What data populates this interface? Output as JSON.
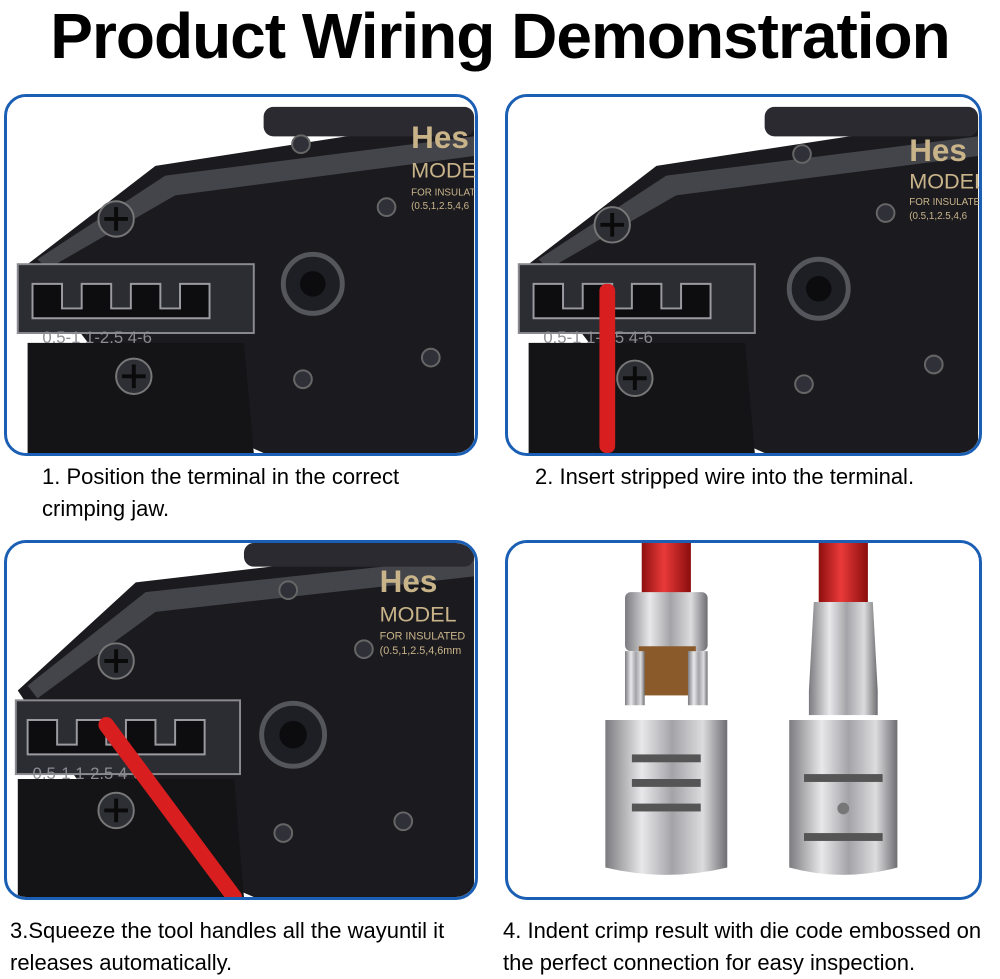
{
  "title": "Product Wiring Demonstration",
  "tool_markings": {
    "brand": "Hes",
    "model": "MODEL",
    "insulated": "FOR INSULATED",
    "range_short": "(0.5,1,2.5,4,6",
    "range_long": "(0.5,1,2.5,4,6mm",
    "jaw_scale": "0.5-1 1-2.5 4-6"
  },
  "steps": [
    {
      "caption": "1. Position the terminal in the correct crimping jaw."
    },
    {
      "caption": "2. Insert stripped wire into the terminal."
    },
    {
      "caption": "3.Squeeze the tool handles all the wayuntil it releases automatically."
    },
    {
      "caption": "4. Indent crimp result with die code embossed on the perfect connection for easy inspection."
    }
  ],
  "colors": {
    "panel_border": "#1a5fb4",
    "tool_body": "#1b1b1f",
    "marking": "#c9b48a",
    "wire": "#d81e1e"
  }
}
